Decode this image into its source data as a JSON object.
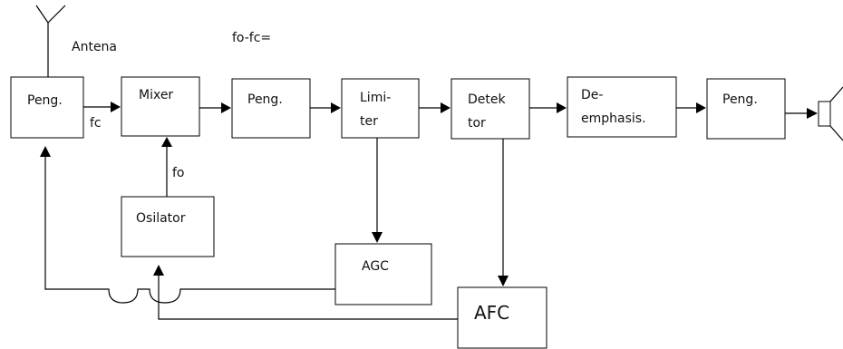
{
  "blocks": {
    "peng1": "Peng.",
    "mixer": "Mixer",
    "peng2": "Peng.",
    "limiter": [
      "Limi-",
      "ter"
    ],
    "detektor": [
      "Detek",
      "tor"
    ],
    "deemphasis": [
      "De-",
      "emphasis."
    ],
    "peng3": "Peng.",
    "osilator": "Osilator",
    "agc": "AGC",
    "afc": "AFC"
  },
  "labels": {
    "antena": "Antena",
    "fo_fc": "fo-fc=",
    "fc": "fc",
    "fo": "fo"
  },
  "icons": {
    "antenna": "antenna-icon",
    "speaker": "speaker-icon"
  }
}
